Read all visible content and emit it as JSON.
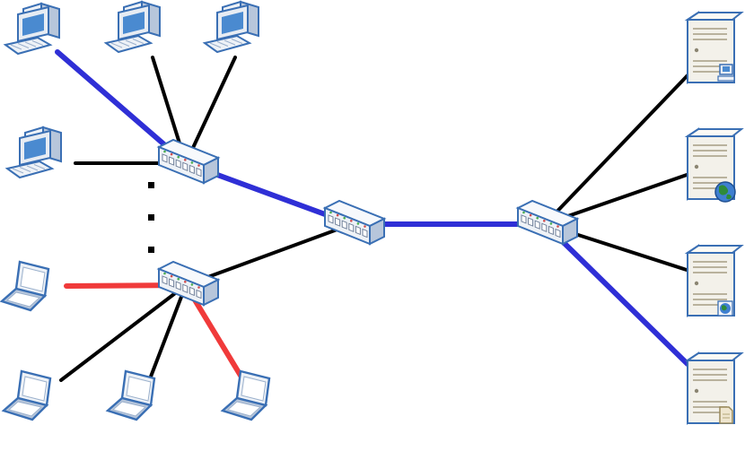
{
  "colors": {
    "background": "#ffffff",
    "link_default": "#000000",
    "link_uplink": "#2f2fd6",
    "link_highlight": "#f03a3a",
    "device_outline": "#3a6fb4",
    "device_face": "#eef2f7",
    "device_shadow": "#b7c6db",
    "screen": "#4a8ad0",
    "server_body": "#f3f1ea",
    "server_shade": "#d8d3c2",
    "globe": "#2e8b3a"
  },
  "devices": {
    "desktops": [
      "desktop-pc-icon",
      "desktop-pc-icon",
      "desktop-pc-icon",
      "desktop-pc-icon"
    ],
    "laptops": [
      "laptop-icon",
      "laptop-icon",
      "laptop-icon",
      "laptop-icon"
    ],
    "switches": [
      "network-switch-icon",
      "network-switch-icon",
      "network-switch-icon",
      "network-switch-icon"
    ],
    "servers": [
      "file-server-icon",
      "web-server-icon",
      "web-server-icon",
      "document-server-icon"
    ]
  },
  "link_styles": [
    "default",
    "uplink",
    "highlight"
  ],
  "ellipsis_dots": 3
}
